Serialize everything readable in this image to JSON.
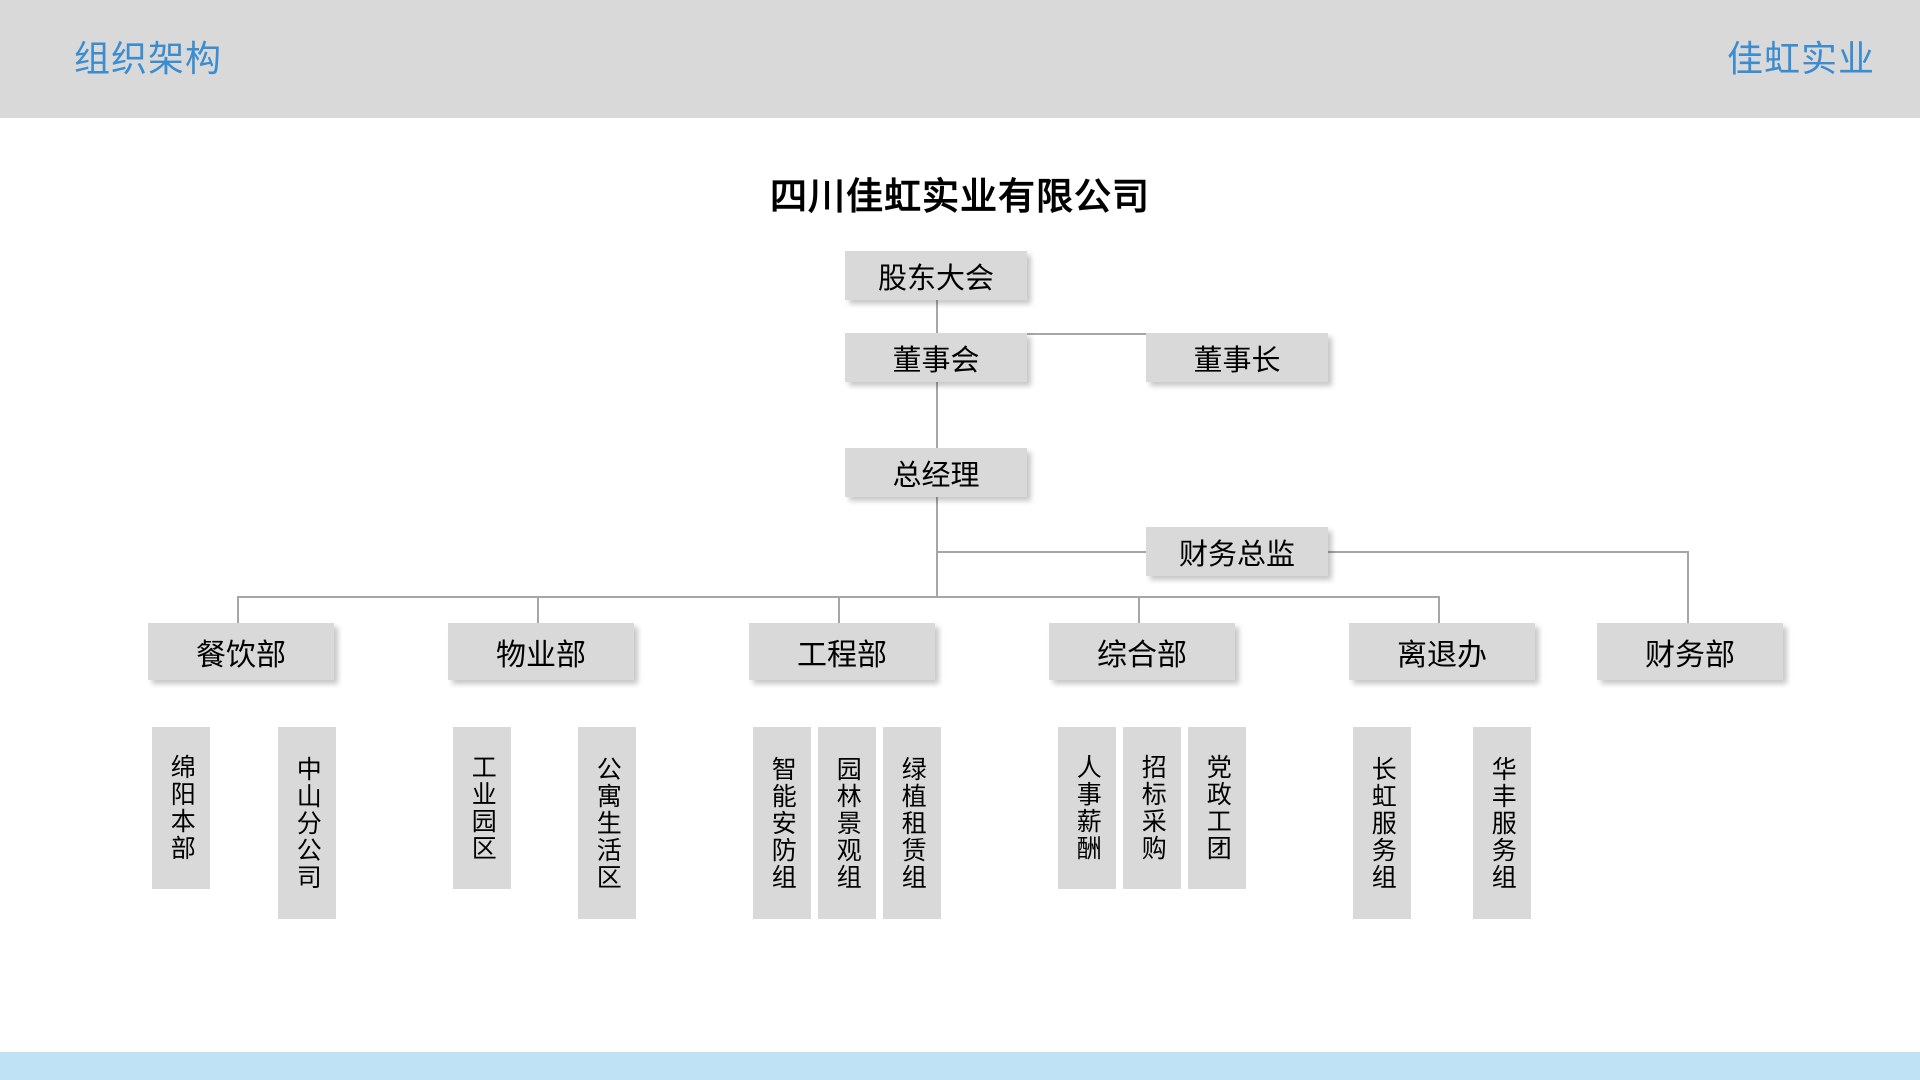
{
  "header": {
    "left_title": "组织架构",
    "right_title": "佳虹实业",
    "bar_color": "#d9d9d9",
    "text_color": "#3c8cd0"
  },
  "footer": {
    "strip_color": "#bfe3f5"
  },
  "chart": {
    "title": "四川佳虹实业有限公司",
    "node_fill": "#d9d9d9",
    "line_color": "#a6a6a6",
    "text_color": "#000000"
  },
  "chart_data": {
    "type": "diagram",
    "title": "四川佳虹实业有限公司",
    "orientation": "top-down",
    "levels": [
      {
        "level": 0,
        "nodes": [
          "股东大会"
        ]
      },
      {
        "level": 1,
        "nodes": [
          "董事会",
          "董事长"
        ]
      },
      {
        "level": 2,
        "nodes": [
          "总经理"
        ]
      },
      {
        "level": 3,
        "nodes": [
          "财务总监"
        ]
      },
      {
        "level": 4,
        "nodes": [
          "餐饮部",
          "物业部",
          "工程部",
          "综合部",
          "离退办",
          "财务部"
        ]
      },
      {
        "level": 5,
        "nodes": [
          "绵阳本部",
          "中山分公司",
          "工业园区",
          "公寓生活区",
          "智能安防组",
          "园林景观组",
          "绿植租赁组",
          "人事薪酬",
          "招标采购",
          "党政工团",
          "长虹服务组",
          "华丰服务组"
        ]
      }
    ],
    "edges": [
      {
        "from": "股东大会",
        "to": "董事会"
      },
      {
        "from": "董事会",
        "to": "董事长"
      },
      {
        "from": "董事会",
        "to": "总经理"
      },
      {
        "from": "总经理",
        "to": "财务总监"
      },
      {
        "from": "总经理",
        "to": "餐饮部"
      },
      {
        "from": "总经理",
        "to": "物业部"
      },
      {
        "from": "总经理",
        "to": "工程部"
      },
      {
        "from": "总经理",
        "to": "综合部"
      },
      {
        "from": "总经理",
        "to": "离退办"
      },
      {
        "from": "财务总监",
        "to": "财务部"
      }
    ]
  },
  "nodes": {
    "shareholders": "股东大会",
    "board": "董事会",
    "chairman": "董事长",
    "general_manager": "总经理",
    "cfo": "财务总监"
  },
  "departments": [
    {
      "label": "餐饮部"
    },
    {
      "label": "物业部"
    },
    {
      "label": "工程部"
    },
    {
      "label": "综合部"
    },
    {
      "label": "离退办"
    },
    {
      "label": "财务部"
    }
  ],
  "subunits": [
    {
      "label": "绵阳本部",
      "parent": "餐饮部"
    },
    {
      "label": "中山分公司",
      "parent": "餐饮部"
    },
    {
      "label": "工业园区",
      "parent": "物业部"
    },
    {
      "label": "公寓生活区",
      "parent": "物业部"
    },
    {
      "label": "智能安防组",
      "parent": "工程部"
    },
    {
      "label": "园林景观组",
      "parent": "工程部"
    },
    {
      "label": "绿植租赁组",
      "parent": "工程部"
    },
    {
      "label": "人事薪酬",
      "parent": "综合部"
    },
    {
      "label": "招标采购",
      "parent": "综合部"
    },
    {
      "label": "党政工团",
      "parent": "综合部"
    },
    {
      "label": "长虹服务组",
      "parent": "离退办"
    },
    {
      "label": "华丰服务组",
      "parent": "离退办"
    }
  ]
}
